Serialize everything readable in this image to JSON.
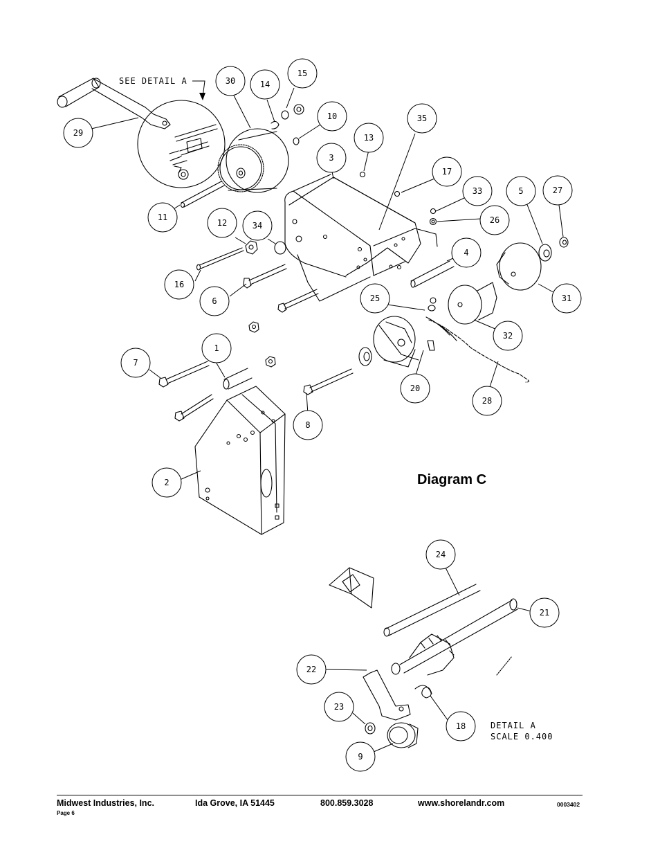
{
  "diagram": {
    "title": "Diagram C",
    "see_detail_note": "SEE DETAIL  A",
    "detail_label": "DETAIL  A",
    "detail_scale": "SCALE  0.400"
  },
  "callouts": {
    "c1": "1",
    "c2": "2",
    "c3": "3",
    "c4": "4",
    "c5": "5",
    "c6": "6",
    "c7": "7",
    "c8": "8",
    "c9": "9",
    "c10": "10",
    "c11": "11",
    "c12": "12",
    "c13": "13",
    "c14": "14",
    "c15": "15",
    "c16": "16",
    "c17": "17",
    "c18": "18",
    "c20": "20",
    "c21": "21",
    "c22": "22",
    "c23": "23",
    "c24": "24",
    "c25": "25",
    "c26": "26",
    "c27": "27",
    "c28": "28",
    "c29": "29",
    "c30": "30",
    "c31": "31",
    "c32": "32",
    "c33": "33",
    "c34": "34",
    "c35": "35"
  },
  "footer": {
    "company": "Midwest Industries, Inc.",
    "location": "Ida Grove, IA  51445",
    "phone": "800.859.3028",
    "website": "www.shorelandr.com",
    "page": "Page 6",
    "doc_code": "0003402"
  }
}
